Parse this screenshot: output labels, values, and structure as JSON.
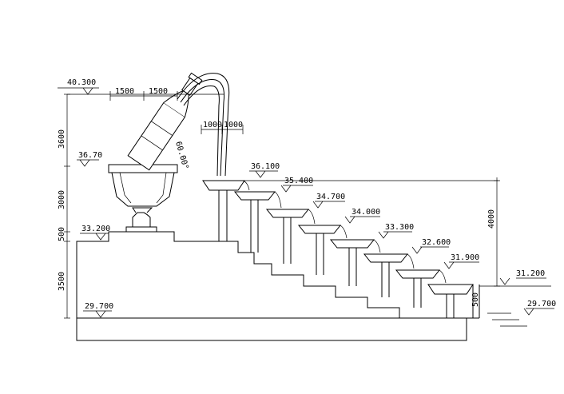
{
  "elevations": {
    "top": "40.300",
    "bottle_base": "36.70",
    "platform": "33.200",
    "ground": "29.700",
    "fountain_top": "36.100",
    "basin_2": "35.400",
    "basin_3": "34.700",
    "basin_4": "34.000",
    "basin_5": "33.300",
    "basin_6": "32.600",
    "basin_7": "31.900",
    "pool_right": "31.200",
    "water_surface": "29.700"
  },
  "dimensions": {
    "top_width_1": "1500",
    "top_width_2": "1500",
    "nozzle_width_1": "1000",
    "nozzle_width_2": "1000",
    "height_upper": "3600",
    "height_middle": "3000",
    "height_small": "500",
    "height_lower": "3500",
    "height_cascade": "4000",
    "height_pool": "500"
  },
  "annotations": {
    "bottle_angle": "60.00°"
  }
}
